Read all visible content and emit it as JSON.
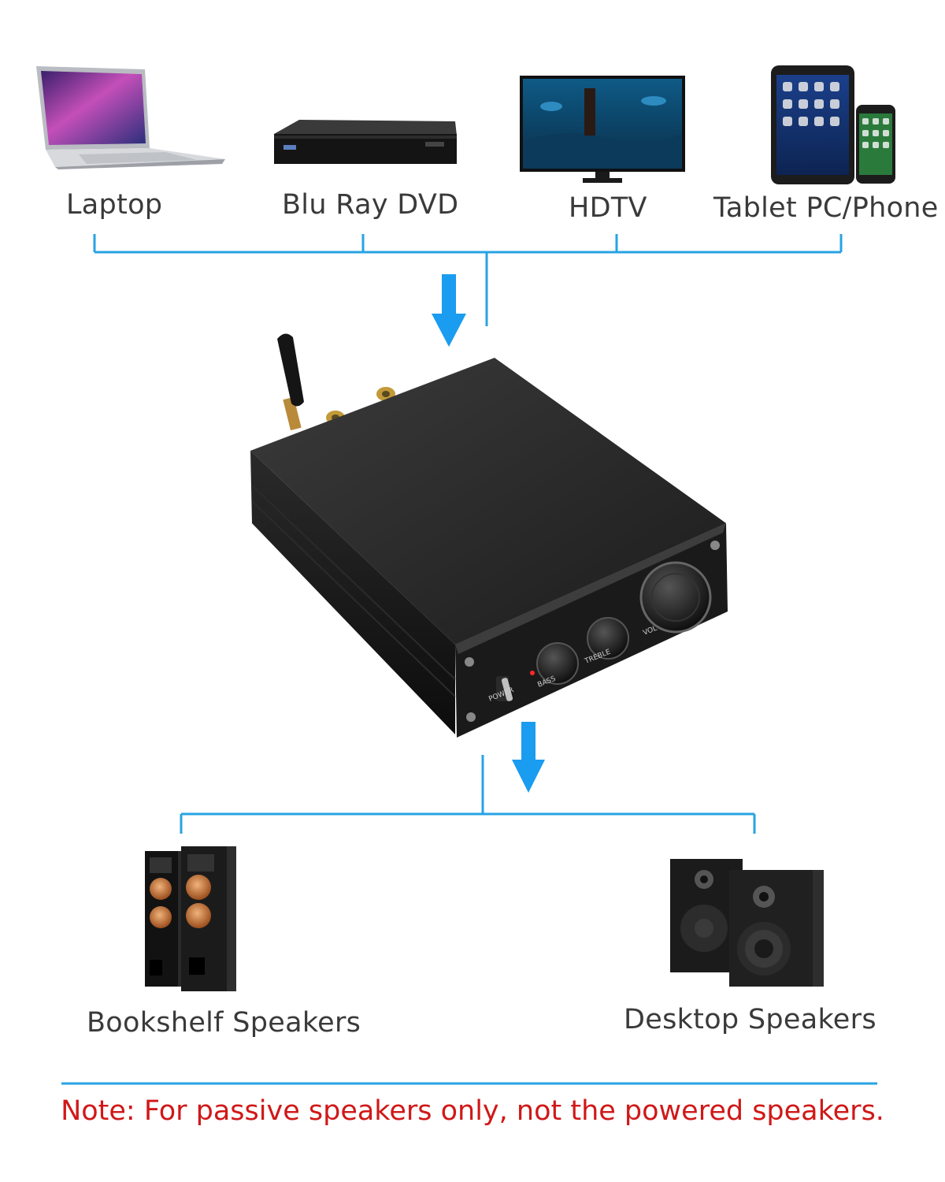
{
  "sources": [
    {
      "name": "Laptop",
      "icon": "laptop-icon"
    },
    {
      "name": "Blu Ray DVD",
      "icon": "bluray-player-icon"
    },
    {
      "name": "HDTV",
      "icon": "hdtv-icon"
    },
    {
      "name": "Tablet PC/Phone",
      "icon": "tablet-phone-icon"
    }
  ],
  "outputs": [
    {
      "name": "Bookshelf Speakers",
      "icon": "bookshelf-speakers-icon"
    },
    {
      "name": "Desktop Speakers",
      "icon": "desktop-speakers-icon"
    }
  ],
  "amplifier": {
    "icon": "bluetooth-amplifier-icon",
    "panel_labels": {
      "power": "POWER",
      "bass": "BASS",
      "treble": "TREBLE",
      "volume": "VOL"
    }
  },
  "note": "Note: For passive speakers only, not the powered speakers.",
  "colors": {
    "connector": "#27a3e3",
    "arrow": "#1a9cf0",
    "note_text": "#d01818",
    "label_text": "#3a3a3a"
  }
}
